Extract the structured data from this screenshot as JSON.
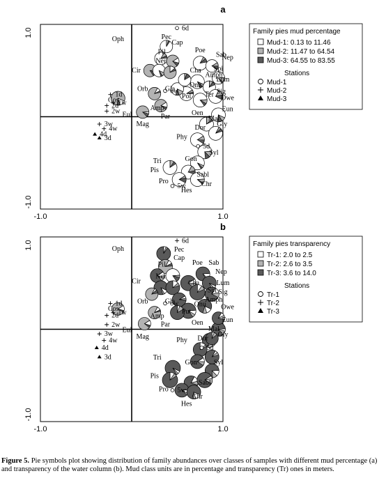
{
  "figure": {
    "caption_label": "Figure 5.",
    "caption_text": " Pie symbols plot showing distribution of family abundances over classes of samples with different mud percentage (a) and transparency of the water column (b). Mud class units are in percentage and transparency (Tr) ones in meters."
  },
  "chart_data": [
    {
      "type": "scatter",
      "panel_label": "a",
      "xlim": [
        -1.0,
        1.0
      ],
      "ylim": [
        -1.0,
        1.0
      ],
      "x_ticks": [
        "-1.0",
        "1.0"
      ],
      "y_ticks": [
        "1.0",
        "-1.0"
      ],
      "legend": {
        "title": "Family pies mud percentage",
        "classes": [
          "Mud-1:  0.13  to 11.46",
          "Mud-2: 11.47 to 64.54",
          "Mud-3: 64.55 to 83.55"
        ],
        "stations_title": "Stations",
        "stations": [
          "Mud-1",
          "Mud-2",
          "Mud-3"
        ]
      },
      "families": [
        {
          "name": "Oph",
          "x": -0.15,
          "y": 0.82
        },
        {
          "name": "Pec",
          "x": 0.38,
          "y": 0.84
        },
        {
          "name": "Cap",
          "x": 0.5,
          "y": 0.78
        },
        {
          "name": "Pil",
          "x": 0.33,
          "y": 0.68
        },
        {
          "name": "Ner",
          "x": 0.32,
          "y": 0.58
        },
        {
          "name": "Poe",
          "x": 0.75,
          "y": 0.7
        },
        {
          "name": "Sab",
          "x": 0.98,
          "y": 0.65
        },
        {
          "name": "Nep",
          "x": 1.05,
          "y": 0.62
        },
        {
          "name": "Spi",
          "x": 0.95,
          "y": 0.5
        },
        {
          "name": "Amph",
          "x": 0.9,
          "y": 0.43
        },
        {
          "name": "Cha",
          "x": 0.7,
          "y": 0.48
        },
        {
          "name": "Lum",
          "x": 1.0,
          "y": 0.38
        },
        {
          "name": "Sig",
          "x": 0.98,
          "y": 0.25
        },
        {
          "name": "Onu",
          "x": 0.7,
          "y": 0.32
        },
        {
          "name": "Owe",
          "x": 1.05,
          "y": 0.18
        },
        {
          "name": "Pol",
          "x": 0.6,
          "y": 0.2
        },
        {
          "name": "Ter",
          "x": 0.85,
          "y": 0.22
        },
        {
          "name": "Cir",
          "x": 0.05,
          "y": 0.48
        },
        {
          "name": "Orb",
          "x": 0.12,
          "y": 0.28
        },
        {
          "name": "Gla",
          "x": 0.42,
          "y": 0.28
        },
        {
          "name": "Eun",
          "x": 1.05,
          "y": 0.06
        },
        {
          "name": "Oen",
          "x": 0.72,
          "y": 0.02
        },
        {
          "name": "Amp",
          "x": 0.28,
          "y": 0.07
        },
        {
          "name": "Par",
          "x": 0.37,
          "y": -0.02
        },
        {
          "name": "Mal",
          "x": 0.9,
          "y": -0.04
        },
        {
          "name": "Gly",
          "x": 0.99,
          "y": -0.1
        },
        {
          "name": "Mag",
          "x": 0.12,
          "y": -0.1
        },
        {
          "name": "Dor",
          "x": 0.75,
          "y": -0.14
        },
        {
          "name": "Phy",
          "x": 0.55,
          "y": -0.24
        },
        {
          "name": "Syl",
          "x": 0.9,
          "y": -0.41
        },
        {
          "name": "Gon",
          "x": 0.65,
          "y": -0.48
        },
        {
          "name": "Tri",
          "x": 0.28,
          "y": -0.5
        },
        {
          "name": "Pis",
          "x": 0.25,
          "y": -0.6
        },
        {
          "name": "Pro",
          "x": 0.35,
          "y": -0.72
        },
        {
          "name": "Sabl",
          "x": 0.78,
          "y": -0.65
        },
        {
          "name": "Chr",
          "x": 0.82,
          "y": -0.75
        },
        {
          "name": "Hes",
          "x": 0.6,
          "y": -0.82
        },
        {
          "name": "Cos",
          "x": -0.2,
          "y": 0.16
        },
        {
          "name": "Eul",
          "x": -0.05,
          "y": 0.0
        }
      ],
      "stations": [
        {
          "label": "6d",
          "x": 0.55,
          "y": 0.96,
          "class": 1
        },
        {
          "label": "6w",
          "x": 0.42,
          "y": 0.28,
          "class": 1
        },
        {
          "label": "1d",
          "x": -0.18,
          "y": 0.24,
          "class": 2
        },
        {
          "label": "1w",
          "x": -0.15,
          "y": 0.15,
          "class": 2
        },
        {
          "label": "2d",
          "x": -0.22,
          "y": 0.12,
          "class": 2
        },
        {
          "label": "2w",
          "x": -0.22,
          "y": 0.06,
          "class": 2
        },
        {
          "label": "3w",
          "x": -0.3,
          "y": -0.08,
          "class": 2
        },
        {
          "label": "4w",
          "x": -0.25,
          "y": -0.13,
          "class": 2
        },
        {
          "label": "4d",
          "x": -0.35,
          "y": -0.19,
          "class": 3
        },
        {
          "label": "3d",
          "x": -0.3,
          "y": -0.23,
          "class": 3
        },
        {
          "label": "5d",
          "x": 0.78,
          "y": -0.32,
          "class": 1
        },
        {
          "label": "5w",
          "x": 0.5,
          "y": -0.75,
          "class": 1
        }
      ],
      "pies": [
        {
          "x": 0.38,
          "y": 0.76,
          "r": 9,
          "m": 1
        },
        {
          "x": 0.32,
          "y": 0.63,
          "r": 9,
          "m": 1
        },
        {
          "x": 0.45,
          "y": 0.6,
          "r": 9,
          "m": 2
        },
        {
          "x": 0.2,
          "y": 0.5,
          "r": 9,
          "m": 2
        },
        {
          "x": 0.3,
          "y": 0.5,
          "r": 9,
          "m": 1
        },
        {
          "x": 0.42,
          "y": 0.48,
          "r": 9,
          "m": 2
        },
        {
          "x": 0.75,
          "y": 0.58,
          "r": 10,
          "m": 1
        },
        {
          "x": 0.88,
          "y": 0.55,
          "r": 9,
          "m": 1
        },
        {
          "x": 0.95,
          "y": 0.42,
          "r": 9,
          "m": 1
        },
        {
          "x": 0.72,
          "y": 0.38,
          "r": 10,
          "m": 1
        },
        {
          "x": 0.85,
          "y": 0.32,
          "r": 9,
          "m": 1
        },
        {
          "x": 0.92,
          "y": 0.22,
          "r": 10,
          "m": 1
        },
        {
          "x": 0.6,
          "y": 0.25,
          "r": 10,
          "m": 1
        },
        {
          "x": 0.75,
          "y": 0.18,
          "r": 10,
          "m": 1
        },
        {
          "x": 0.5,
          "y": 0.3,
          "r": 9,
          "m": 1
        },
        {
          "x": 0.58,
          "y": 0.4,
          "r": 9,
          "m": 1
        },
        {
          "x": 0.25,
          "y": 0.25,
          "r": 9,
          "m": 2
        },
        {
          "x": 0.32,
          "y": 0.12,
          "r": 9,
          "m": 2
        },
        {
          "x": 0.12,
          "y": 0.05,
          "r": 9,
          "m": 2
        },
        {
          "x": 0.95,
          "y": 0.02,
          "r": 10,
          "m": 1
        },
        {
          "x": 0.82,
          "y": -0.08,
          "r": 10,
          "m": 1
        },
        {
          "x": 0.92,
          "y": -0.18,
          "r": 10,
          "m": 1
        },
        {
          "x": 0.72,
          "y": -0.25,
          "r": 10,
          "m": 1
        },
        {
          "x": 0.8,
          "y": -0.38,
          "r": 10,
          "m": 1
        },
        {
          "x": 0.72,
          "y": -0.5,
          "r": 10,
          "m": 1
        },
        {
          "x": 0.42,
          "y": -0.55,
          "r": 10,
          "m": 1
        },
        {
          "x": 0.62,
          "y": -0.6,
          "r": 10,
          "m": 1
        },
        {
          "x": 0.52,
          "y": -0.68,
          "r": 10,
          "m": 1
        },
        {
          "x": 0.72,
          "y": -0.68,
          "r": 10,
          "m": 1
        },
        {
          "x": -0.15,
          "y": 0.2,
          "r": 10,
          "m": 2
        }
      ]
    },
    {
      "type": "scatter",
      "panel_label": "b",
      "xlim": [
        -1.0,
        1.0
      ],
      "ylim": [
        -1.0,
        1.0
      ],
      "x_ticks": [
        "-1.0",
        "1.0"
      ],
      "y_ticks": [
        "1.0",
        "-1.0"
      ],
      "legend": {
        "title": "Family pies transparency",
        "classes": [
          "Tr-1:  2.0 to  2.5",
          "Tr-2:  2.6 to  3.5",
          "Tr-3:  3.6 to 14.0"
        ],
        "stations_title": "Stations",
        "stations": [
          "Tr-1",
          "Tr-2",
          "Tr-3"
        ]
      },
      "families": [
        {
          "name": "Oph",
          "x": -0.15,
          "y": 0.85
        },
        {
          "name": "Pec",
          "x": 0.52,
          "y": 0.84
        },
        {
          "name": "Cap",
          "x": 0.52,
          "y": 0.75
        },
        {
          "name": "Pil",
          "x": 0.33,
          "y": 0.68
        },
        {
          "name": "Ner",
          "x": 0.32,
          "y": 0.55
        },
        {
          "name": "Poe",
          "x": 0.72,
          "y": 0.7
        },
        {
          "name": "Sab",
          "x": 0.9,
          "y": 0.7
        },
        {
          "name": "Nep",
          "x": 0.98,
          "y": 0.6
        },
        {
          "name": "Cha",
          "x": 0.68,
          "y": 0.48
        },
        {
          "name": "Spi",
          "x": 0.88,
          "y": 0.4
        },
        {
          "name": "Lum",
          "x": 1.0,
          "y": 0.48
        },
        {
          "name": "Sig",
          "x": 1.0,
          "y": 0.38
        },
        {
          "name": "Amph",
          "x": 0.9,
          "y": 0.3
        },
        {
          "name": "Onu",
          "x": 0.75,
          "y": 0.25
        },
        {
          "name": "Owe",
          "x": 1.05,
          "y": 0.22
        },
        {
          "name": "Put",
          "x": 0.6,
          "y": 0.17
        },
        {
          "name": "Cir",
          "x": 0.05,
          "y": 0.5
        },
        {
          "name": "Orb",
          "x": 0.12,
          "y": 0.28
        },
        {
          "name": "Gla",
          "x": 0.42,
          "y": 0.28
        },
        {
          "name": "Eun",
          "x": 1.05,
          "y": 0.08
        },
        {
          "name": "Oen",
          "x": 0.72,
          "y": 0.05
        },
        {
          "name": "Amp",
          "x": 0.28,
          "y": 0.12
        },
        {
          "name": "Par",
          "x": 0.37,
          "y": 0.03
        },
        {
          "name": "Mal",
          "x": 0.9,
          "y": -0.02
        },
        {
          "name": "Gly",
          "x": 1.0,
          "y": -0.08
        },
        {
          "name": "Mag",
          "x": 0.12,
          "y": -0.1
        },
        {
          "name": "Dor",
          "x": 0.78,
          "y": -0.12
        },
        {
          "name": "Phy",
          "x": 0.55,
          "y": -0.14
        },
        {
          "name": "Syl",
          "x": 0.95,
          "y": -0.38
        },
        {
          "name": "Gon",
          "x": 0.65,
          "y": -0.38
        },
        {
          "name": "Tri",
          "x": 0.28,
          "y": -0.33
        },
        {
          "name": "Pis",
          "x": 0.25,
          "y": -0.53
        },
        {
          "name": "Pro",
          "x": 0.35,
          "y": -0.67
        },
        {
          "name": "Sabl",
          "x": 0.8,
          "y": -0.6
        },
        {
          "name": "Chr",
          "x": 0.72,
          "y": -0.75
        },
        {
          "name": "Hes",
          "x": 0.6,
          "y": -0.83
        },
        {
          "name": "Cos",
          "x": -0.2,
          "y": 0.2
        },
        {
          "name": "Eul",
          "x": -0.05,
          "y": -0.03
        }
      ],
      "stations": [
        {
          "label": "6d",
          "x": 0.55,
          "y": 0.96,
          "class": 2
        },
        {
          "label": "6w",
          "x": 0.42,
          "y": 0.28,
          "class": 1
        },
        {
          "label": "1d",
          "x": -0.18,
          "y": 0.28,
          "class": 2
        },
        {
          "label": "1w",
          "x": -0.15,
          "y": 0.18,
          "class": 2
        },
        {
          "label": "2d",
          "x": -0.22,
          "y": 0.15,
          "class": 2
        },
        {
          "label": "2w",
          "x": -0.22,
          "y": 0.05,
          "class": 2
        },
        {
          "label": "3w",
          "x": -0.3,
          "y": -0.05,
          "class": 2
        },
        {
          "label": "4w",
          "x": -0.25,
          "y": -0.12,
          "class": 2
        },
        {
          "label": "4d",
          "x": -0.33,
          "y": -0.2,
          "class": 3
        },
        {
          "label": "3d",
          "x": -0.3,
          "y": -0.3,
          "class": 3
        },
        {
          "label": "5d",
          "x": 0.82,
          "y": -0.2,
          "class": 1
        },
        {
          "label": "5w",
          "x": 0.5,
          "y": -0.66,
          "class": 1
        }
      ],
      "pies": [
        {
          "x": 0.35,
          "y": 0.82,
          "r": 10,
          "m": 3
        },
        {
          "x": 0.37,
          "y": 0.68,
          "r": 10,
          "m": 2
        },
        {
          "x": 0.28,
          "y": 0.58,
          "r": 10,
          "m": 3
        },
        {
          "x": 0.45,
          "y": 0.58,
          "r": 10,
          "m": 1
        },
        {
          "x": 0.32,
          "y": 0.45,
          "r": 10,
          "m": 3
        },
        {
          "x": 0.45,
          "y": 0.45,
          "r": 10,
          "m": 3
        },
        {
          "x": 0.22,
          "y": 0.38,
          "r": 9,
          "m": 2
        },
        {
          "x": 0.62,
          "y": 0.5,
          "r": 11,
          "m": 3
        },
        {
          "x": 0.78,
          "y": 0.6,
          "r": 10,
          "m": 3
        },
        {
          "x": 0.85,
          "y": 0.5,
          "r": 10,
          "m": 3
        },
        {
          "x": 0.72,
          "y": 0.4,
          "r": 11,
          "m": 3
        },
        {
          "x": 0.88,
          "y": 0.38,
          "r": 10,
          "m": 3
        },
        {
          "x": 0.52,
          "y": 0.32,
          "r": 10,
          "m": 3
        },
        {
          "x": 0.62,
          "y": 0.2,
          "r": 11,
          "m": 3
        },
        {
          "x": 0.8,
          "y": 0.25,
          "r": 10,
          "m": 3
        },
        {
          "x": 0.5,
          "y": 0.18,
          "r": 10,
          "m": 3
        },
        {
          "x": 0.25,
          "y": 0.18,
          "r": 9,
          "m": 2
        },
        {
          "x": 0.14,
          "y": 0.06,
          "r": 9,
          "m": 2
        },
        {
          "x": 0.95,
          "y": 0.0,
          "r": 10,
          "m": 3
        },
        {
          "x": 0.85,
          "y": -0.12,
          "r": 10,
          "m": 3
        },
        {
          "x": 0.75,
          "y": -0.22,
          "r": 10,
          "m": 3
        },
        {
          "x": 0.88,
          "y": -0.3,
          "r": 10,
          "m": 3
        },
        {
          "x": 0.72,
          "y": -0.35,
          "r": 10,
          "m": 3
        },
        {
          "x": 0.88,
          "y": -0.45,
          "r": 10,
          "m": 3
        },
        {
          "x": 0.45,
          "y": -0.42,
          "r": 11,
          "m": 3
        },
        {
          "x": 0.42,
          "y": -0.55,
          "r": 11,
          "m": 3
        },
        {
          "x": 0.65,
          "y": -0.58,
          "r": 10,
          "m": 3
        },
        {
          "x": 0.8,
          "y": -0.55,
          "r": 11,
          "m": 3
        },
        {
          "x": 0.55,
          "y": -0.66,
          "r": 10,
          "m": 3
        },
        {
          "x": 0.68,
          "y": -0.68,
          "r": 10,
          "m": 3
        },
        {
          "x": 0.88,
          "y": -0.1,
          "r": 9,
          "m": 3
        },
        {
          "x": 0.95,
          "y": 0.12,
          "r": 9,
          "m": 3
        },
        {
          "x": -0.15,
          "y": 0.22,
          "r": 9,
          "m": 2
        }
      ]
    }
  ],
  "colors": {
    "class1": "#ffffff",
    "class2": "#b3b3b3",
    "class3": "#5a5a5a",
    "axis": "#000000"
  }
}
